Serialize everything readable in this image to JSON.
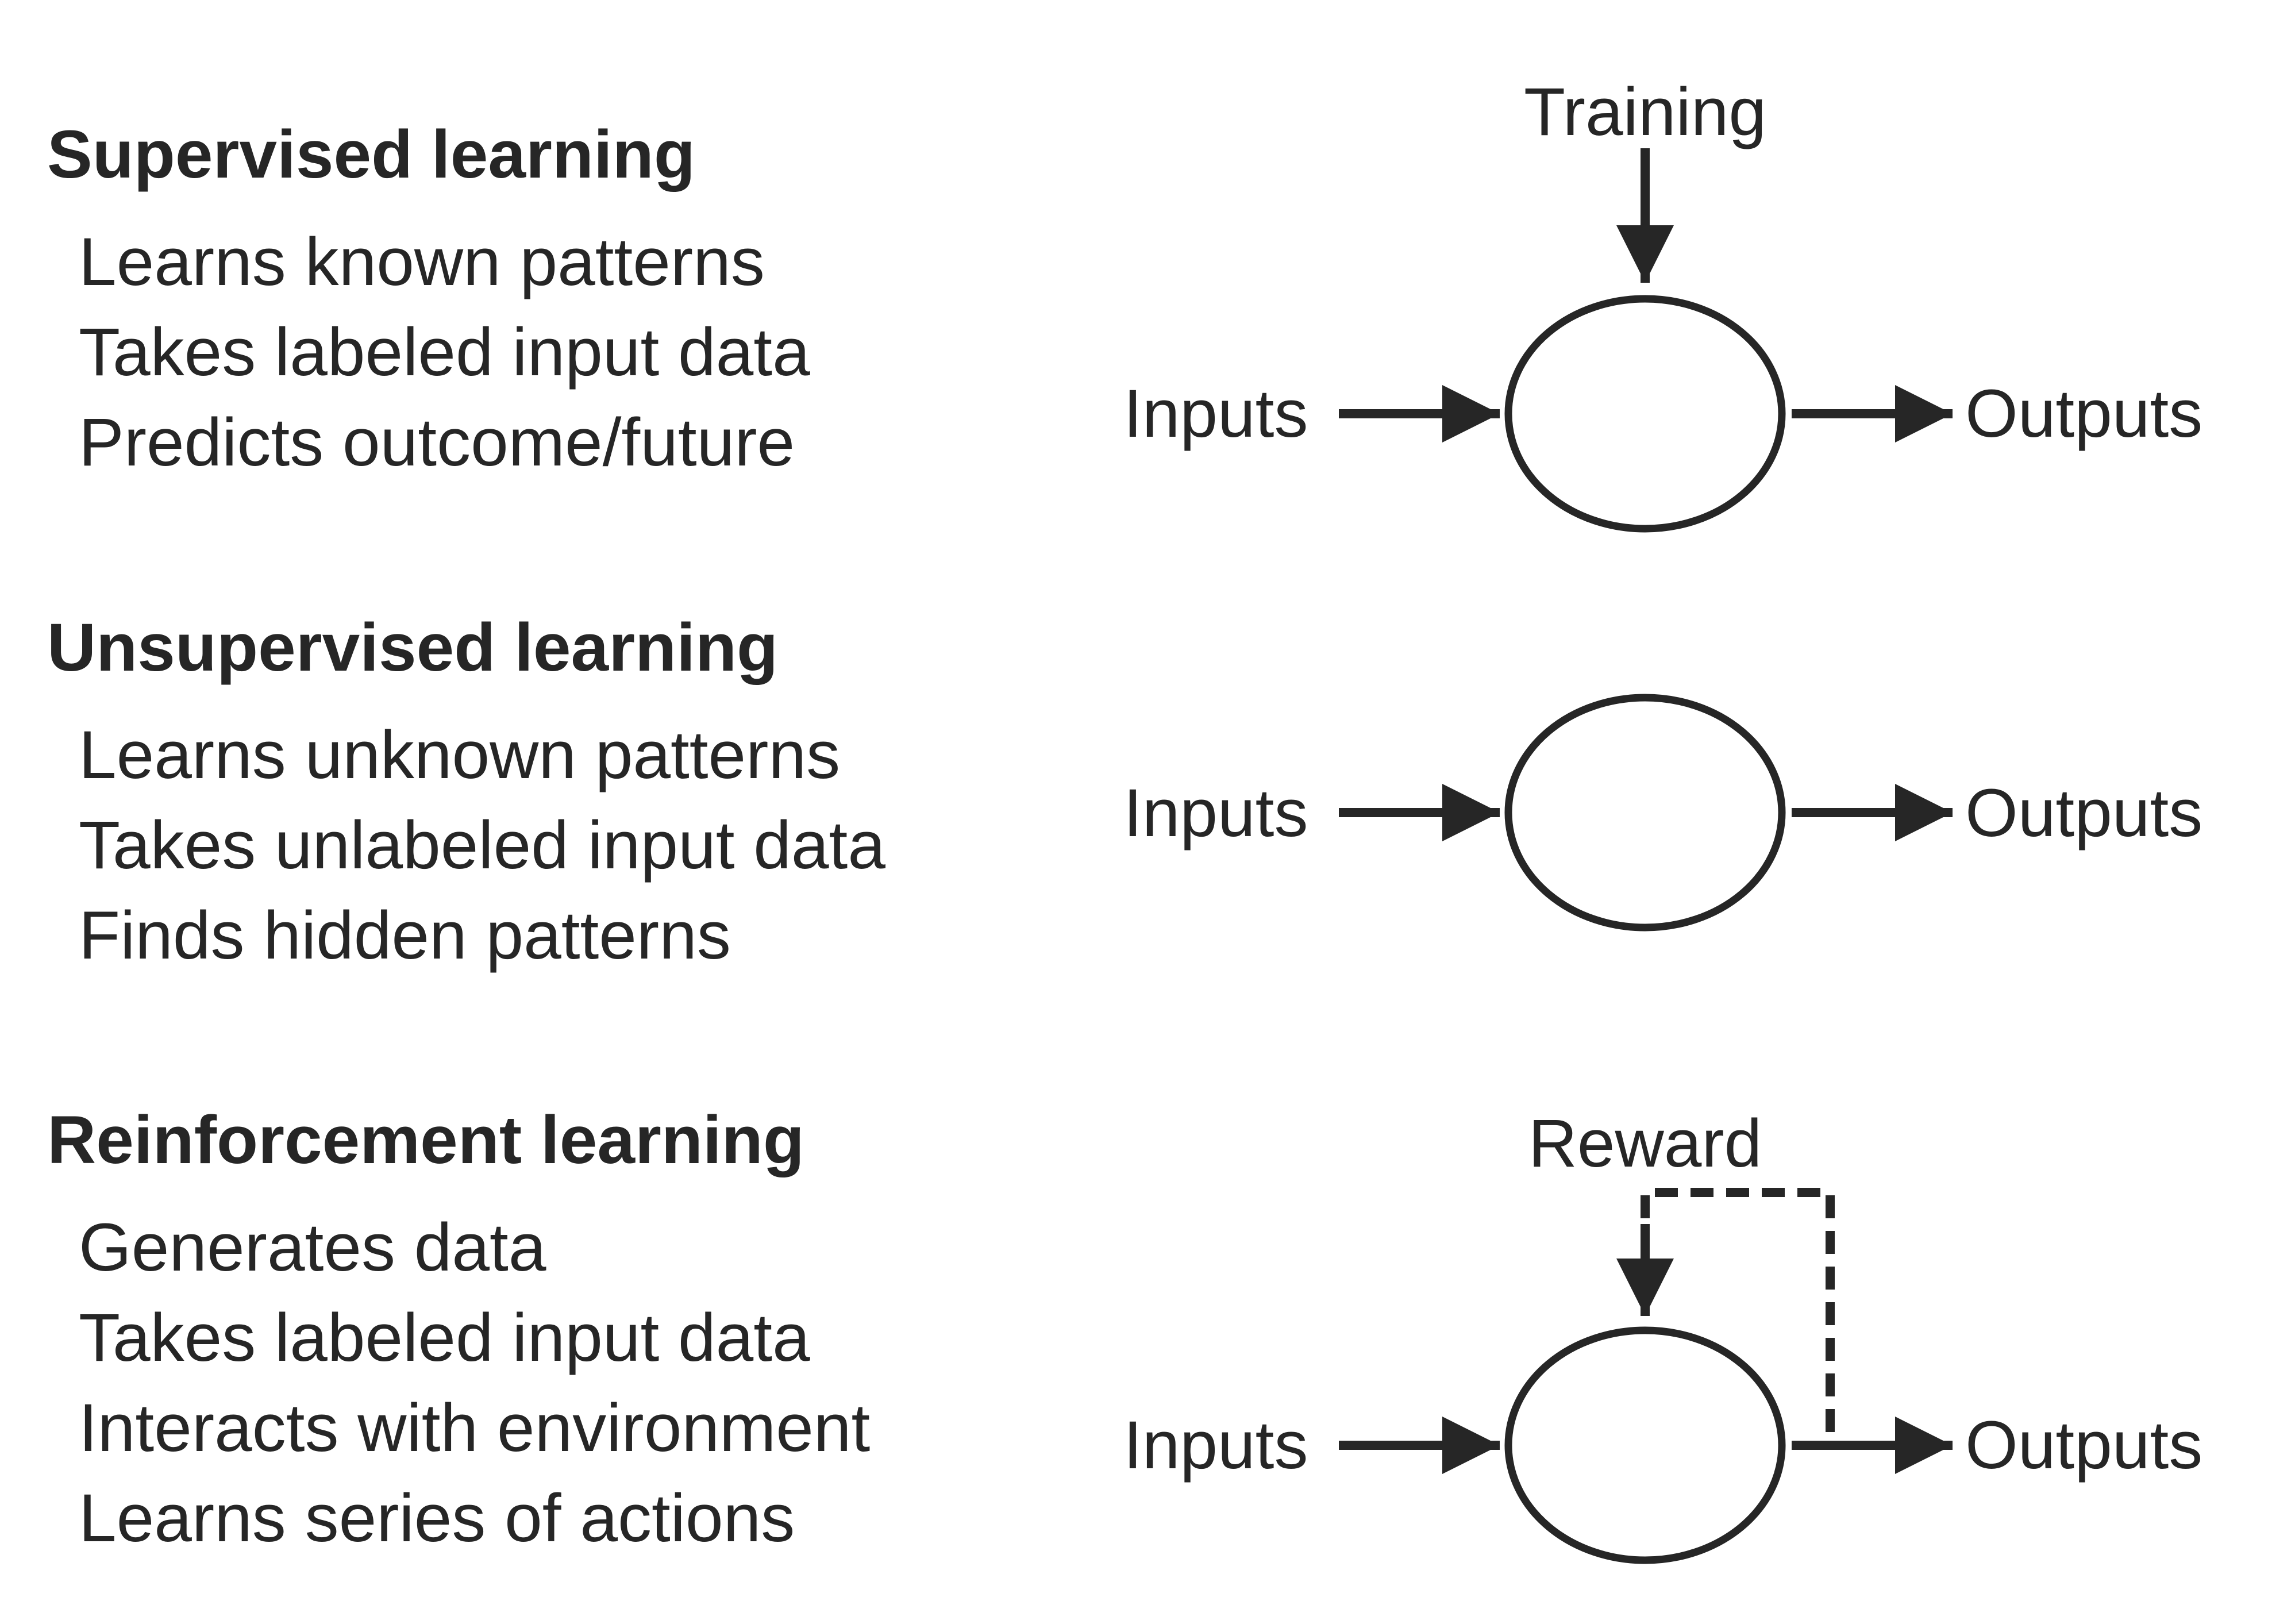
{
  "sections": [
    {
      "title": "Supervised learning",
      "items": [
        "Learns known patterns",
        "Takes labeled input data",
        "Predicts outcome/future"
      ],
      "diagram": {
        "input_label": "Inputs",
        "output_label": "Outputs",
        "signal_label": "Training",
        "signal_style": "solid"
      }
    },
    {
      "title": "Unsupervised learning",
      "items": [
        "Learns unknown patterns",
        "Takes unlabeled input data",
        "Finds hidden patterns"
      ],
      "diagram": {
        "input_label": "Inputs",
        "output_label": "Outputs"
      }
    },
    {
      "title": "Reinforcement learning",
      "items": [
        "Generates data",
        "Takes labeled input data",
        "Interacts with environment",
        "Learns series of actions"
      ],
      "diagram": {
        "input_label": "Inputs",
        "output_label": "Outputs",
        "signal_label": "Reward",
        "signal_style": "dashed-feedback"
      }
    }
  ],
  "colors": {
    "ink": "#262626",
    "background": "#ffffff"
  }
}
